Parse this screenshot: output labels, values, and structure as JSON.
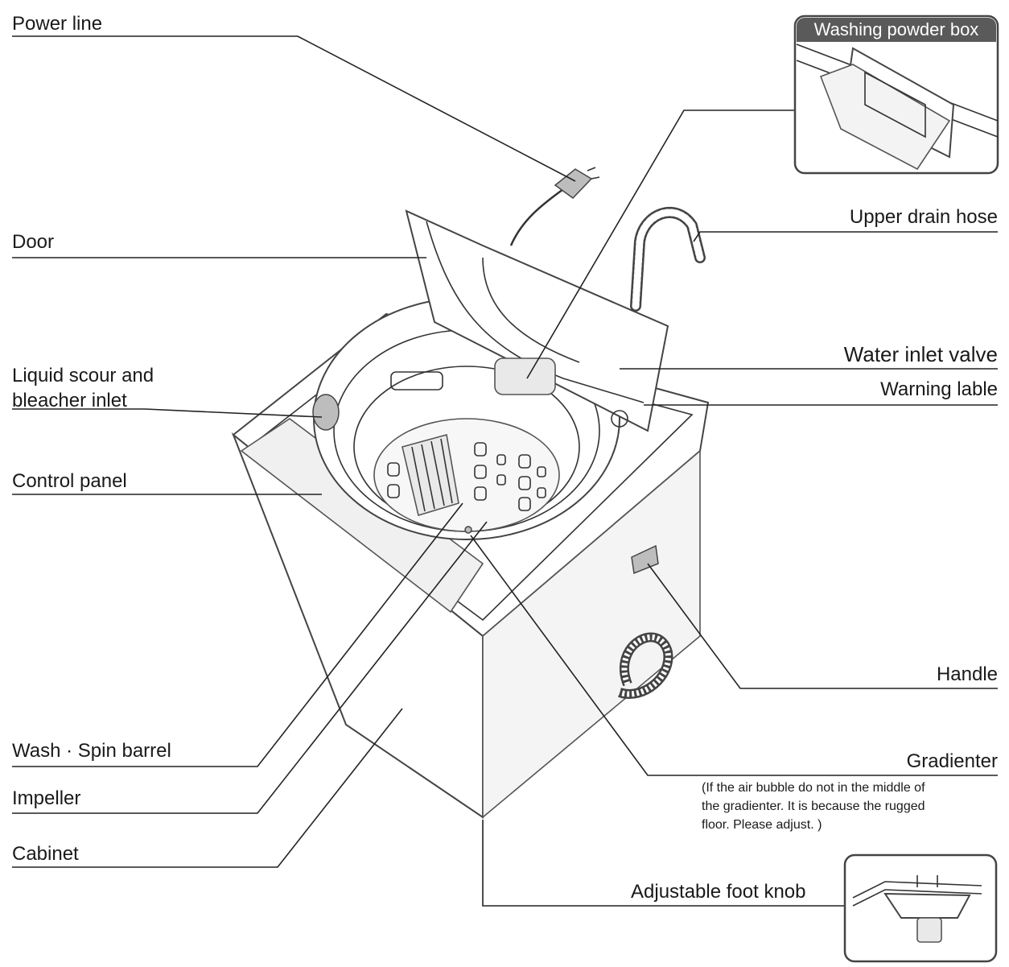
{
  "labels": {
    "power_line": "Power line",
    "door": "Door",
    "liquid_scour_1": "Liquid scour and",
    "liquid_scour_2": "bleacher inlet",
    "control_panel": "Control panel",
    "wash_spin_barrel": "Wash · Spin barrel",
    "impeller": "Impeller",
    "cabinet": "Cabinet",
    "washing_powder_box": "Washing powder box",
    "upper_drain_hose": "Upper drain hose",
    "water_inlet_valve": "Water inlet valve",
    "warning_lable": "Warning lable",
    "handle": "Handle",
    "gradienter": "Gradienter",
    "gradienter_note_1": "(If the air bubble do not in the middle of",
    "gradienter_note_2": "the gradienter. It is because the rugged",
    "gradienter_note_3": "floor. Please adjust. )",
    "adjustable_foot_knob": "Adjustable foot knob"
  }
}
